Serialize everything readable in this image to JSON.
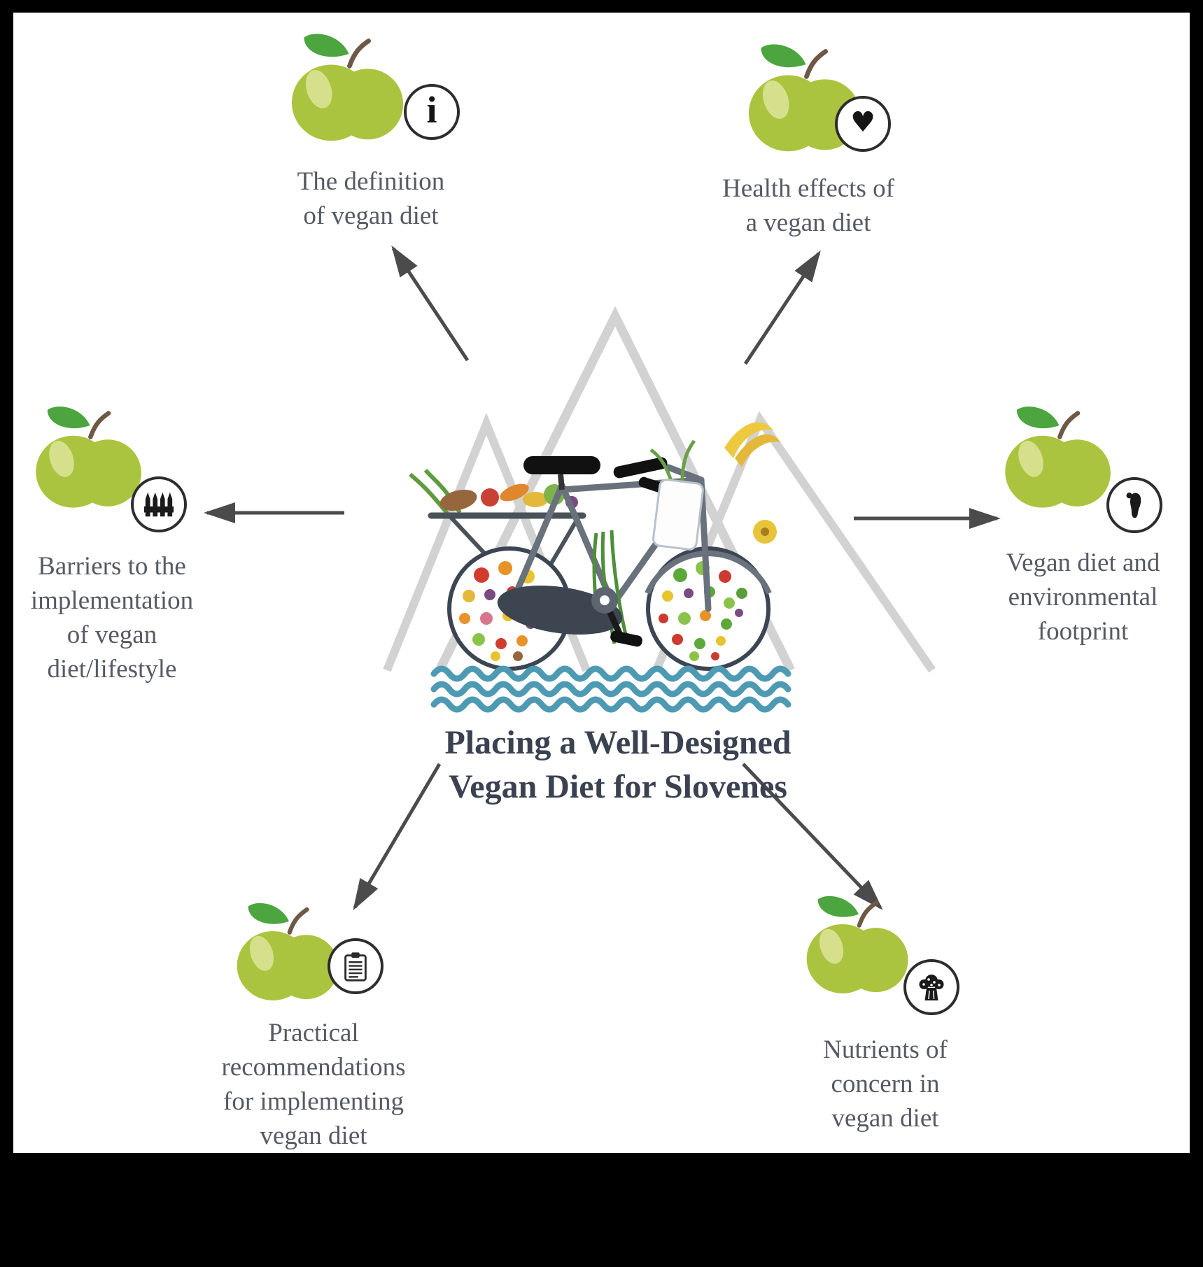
{
  "figure": {
    "title_line1": "Placing a Well-Designed",
    "title_line2": "Vegan Diet for Slovenes",
    "center_illustration": "bicycle-with-produce-wheels-mountains-and-water"
  },
  "nodes": [
    {
      "id": "definition",
      "icon": "info-icon",
      "lines": [
        "The definition",
        "of vegan diet"
      ]
    },
    {
      "id": "health-effects",
      "icon": "heart-icon",
      "lines": [
        "Health effects of",
        "a vegan diet"
      ]
    },
    {
      "id": "barriers",
      "icon": "fence-icon",
      "lines": [
        "Barriers to the",
        "implementation",
        "of vegan",
        "diet/lifestyle"
      ]
    },
    {
      "id": "environmental-footprint",
      "icon": "footprint-icon",
      "lines": [
        "Vegan diet and",
        "environmental",
        "footprint"
      ]
    },
    {
      "id": "practical-recommendations",
      "icon": "clipboard-icon",
      "lines": [
        "Practical",
        "recommendations",
        "for implementing",
        "vegan diet"
      ]
    },
    {
      "id": "nutrients-of-concern",
      "icon": "broccoli-icon",
      "lines": [
        "Nutrients of",
        "concern in",
        "vegan diet"
      ]
    }
  ],
  "glyphs": {
    "info": "i",
    "heart": "♥"
  },
  "colors": {
    "frame": "#000000",
    "canvas": "#ffffff",
    "apple_green": "#abc43f",
    "apple_highlight": "#d6e08c",
    "leaf_green": "#4ca53e",
    "wave_teal": "#4f9ab3",
    "mountain_gray": "#d2d2d2",
    "arrow_gray": "#4b4b4b",
    "label_gray": "#555a64",
    "title_dark": "#3a4150"
  }
}
